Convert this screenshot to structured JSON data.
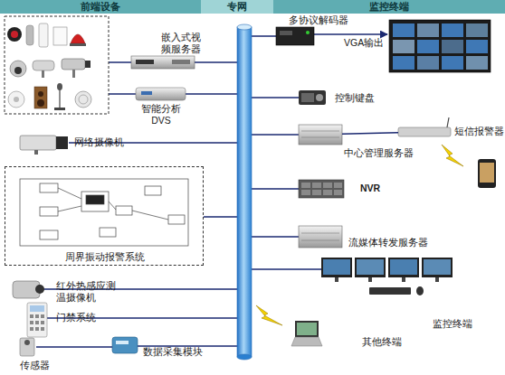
{
  "diagram": {
    "nodes": [
      {
        "text": [
          "前端设备"
        ]
      },
      {
        "text": [
          "专网"
        ]
      },
      {
        "text": [
          "监控终端"
        ]
      },
      {
        "text": [
          "嵌入式视频服务器"
        ]
      },
      {
        "text": [
          "智能分析DVS"
        ]
      },
      {
        "text": [
          "网络摄像机"
        ]
      },
      {
        "text": [
          "周界振动报警系统"
        ]
      },
      {
        "text": [
          "红外热感应测温摄像机"
        ]
      },
      {
        "text": [
          "门禁系统"
        ]
      },
      {
        "text": [
          "传感器"
        ]
      },
      {
        "text": [
          "数据采集模块"
        ]
      },
      {
        "text": [
          "多协议解码器"
        ]
      },
      {
        "text": [
          "控制键盘"
        ]
      },
      {
        "text": [
          "中心管理服务器"
        ]
      },
      {
        "text": [
          "短信报警器"
        ]
      },
      {
        "text": [
          "NVR"
        ]
      },
      {
        "text": [
          "流媒体转发服务器"
        ]
      },
      {
        "text": [
          "其他终端"
        ]
      }
    ],
    "edges": [
      {
        "from": 13,
        "to": 14,
        "arrow": "none"
      }
    ],
    "labels": [
      "VGA输出",
      "监控终端"
    ]
  }
}
